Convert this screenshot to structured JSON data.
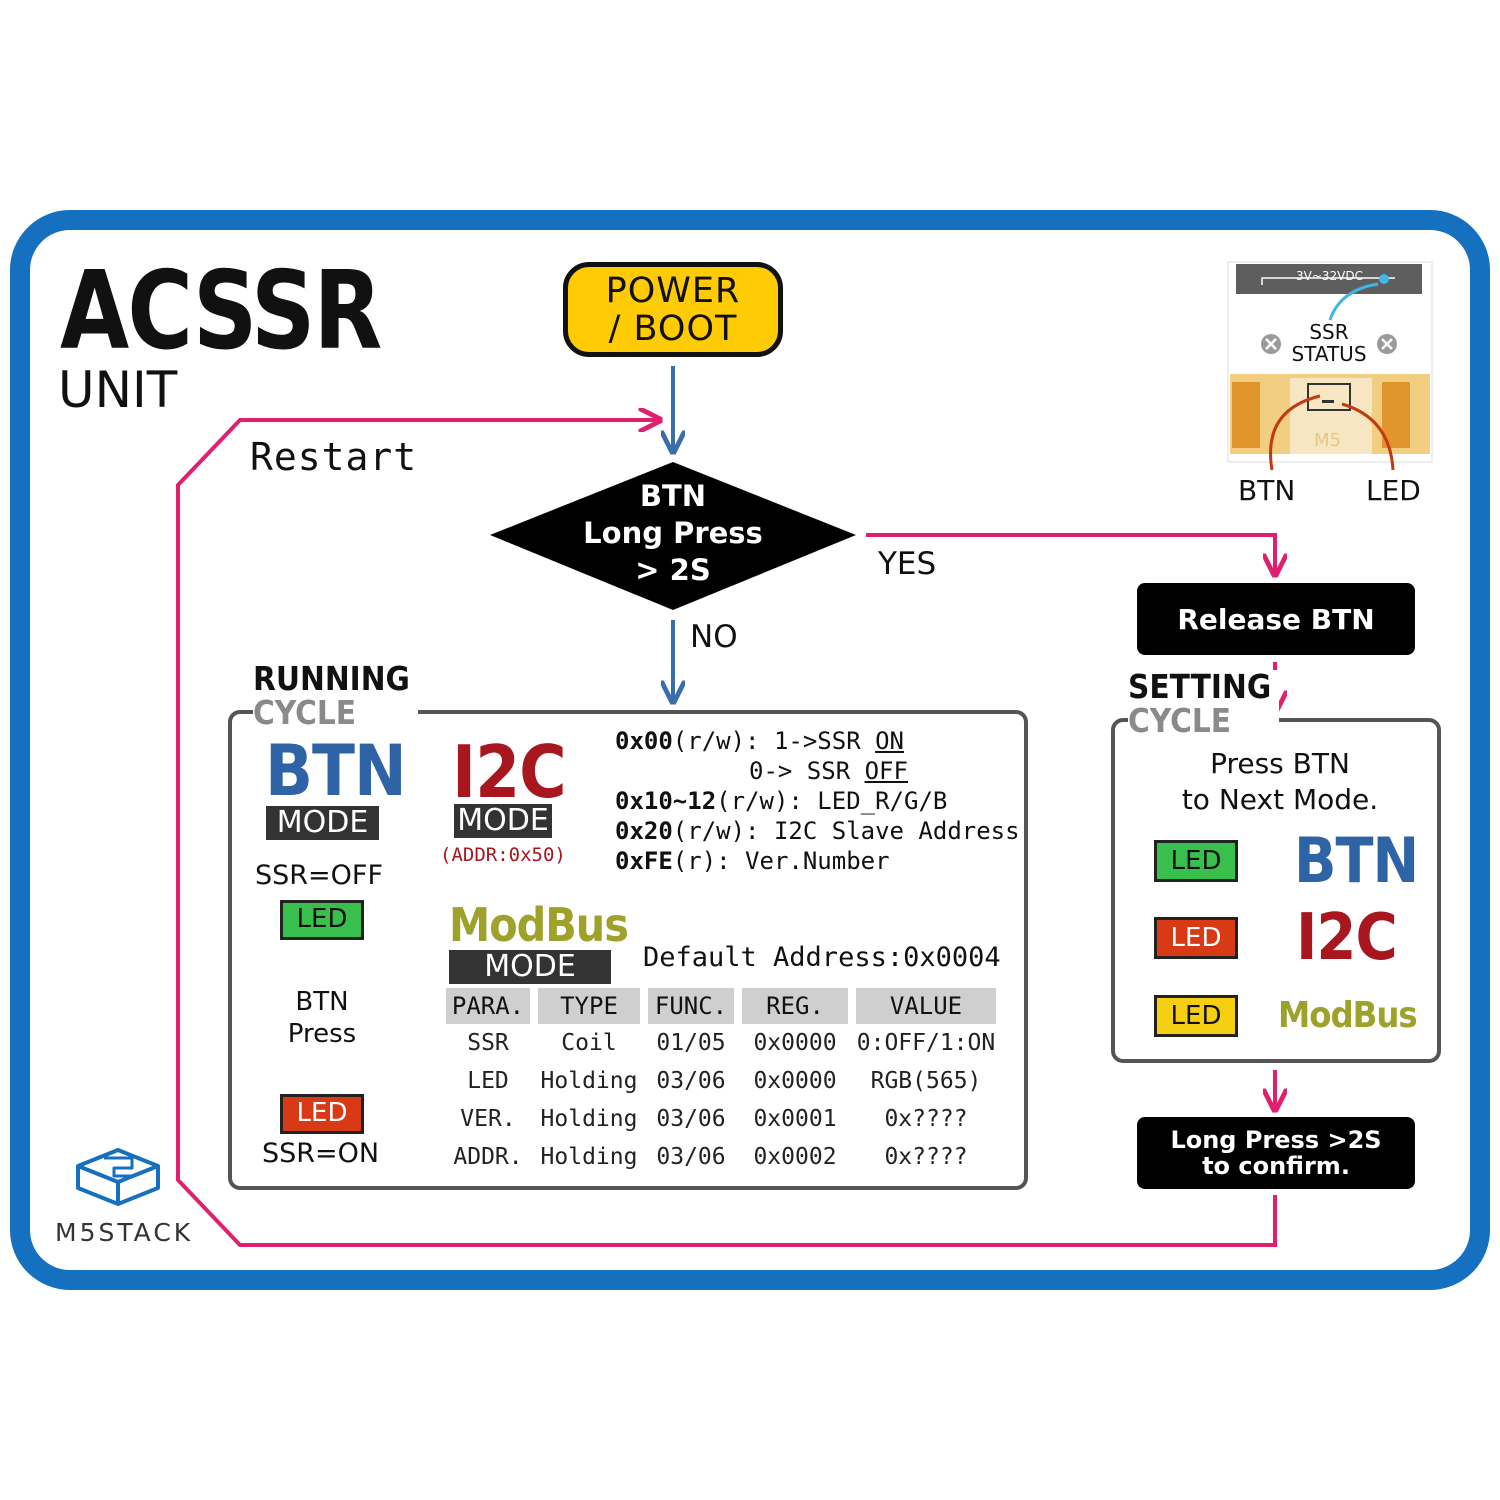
{
  "title": "ACSSR",
  "subtitle": "UNIT",
  "restart_label": "Restart",
  "power_boot": "POWER\n/ BOOT",
  "decision": "BTN\nLong Press\n> 2S",
  "yes_label": "YES",
  "no_label": "NO",
  "release_btn": "Release BTN",
  "confirm_btn": "Long Press >2S\nto confirm.",
  "running_cycle": {
    "line1": "RUNNING",
    "line2": "CYCLE"
  },
  "setting_cycle": {
    "line1": "SETTING",
    "line2": "CYCLE"
  },
  "btn_mode": {
    "name": "BTN",
    "mode": "MODE",
    "ssr_off": "SSR=OFF",
    "ssr_on": "SSR=ON",
    "led": "LED",
    "press_line1": "BTN",
    "press_line2": "Press"
  },
  "i2c_mode": {
    "name": "I2C",
    "mode": "MODE",
    "addr": "(ADDR:0x50)",
    "registers": {
      "r1_addr": "0x00",
      "r1_rw": "(r/w): 1->SSR ",
      "r1_on": "ON",
      "r1b_text": "0-> SSR ",
      "r1b_off": "OFF",
      "r2_addr": "0x10~12",
      "r2_text": "(r/w): LED_R/G/B",
      "r3_addr": "0x20",
      "r3_text": "(r/w): I2C Slave Address",
      "r4_addr": "0xFE",
      "r4_text": "(r): Ver.Number"
    }
  },
  "modbus_mode": {
    "name": "ModBus",
    "mode": "MODE",
    "default_address": "Default Address:0x0004",
    "headers": [
      "PARA.",
      "TYPE",
      "FUNC.",
      "REG.",
      "VALUE"
    ],
    "rows": [
      [
        "SSR",
        "Coil",
        "01/05",
        "0x0000",
        "0:OFF/1:ON"
      ],
      [
        "LED",
        "Holding",
        "03/06",
        "0x0000",
        "RGB(565)"
      ],
      [
        "VER.",
        "Holding",
        "03/06",
        "0x0001",
        "0x????"
      ],
      [
        "ADDR.",
        "Holding",
        "03/06",
        "0x0002",
        "0x????"
      ]
    ]
  },
  "setting": {
    "instruction": "Press BTN\nto Next Mode.",
    "led": "LED",
    "mode_btn": "BTN",
    "mode_i2c": "I2C",
    "mode_modbus": "ModBus"
  },
  "photo": {
    "voltage": "3V~32VDC",
    "ssr_status": "SSR\nSTATUS",
    "m5": "M5",
    "btn": "BTN",
    "led": "LED"
  },
  "logo_text": "M5STACK",
  "colors": {
    "frame_blue": "#1570c0",
    "flow_pink": "#e0206e",
    "flow_blue": "#3a6ea8",
    "power_yellow": "#ffcb05",
    "btn_blue": "#2e63a5",
    "i2c_red": "#a8161e",
    "modbus_olive": "#9ea12a",
    "led_green": "#39c04c",
    "led_red": "#d83a16",
    "led_yellow": "#f6d010"
  }
}
